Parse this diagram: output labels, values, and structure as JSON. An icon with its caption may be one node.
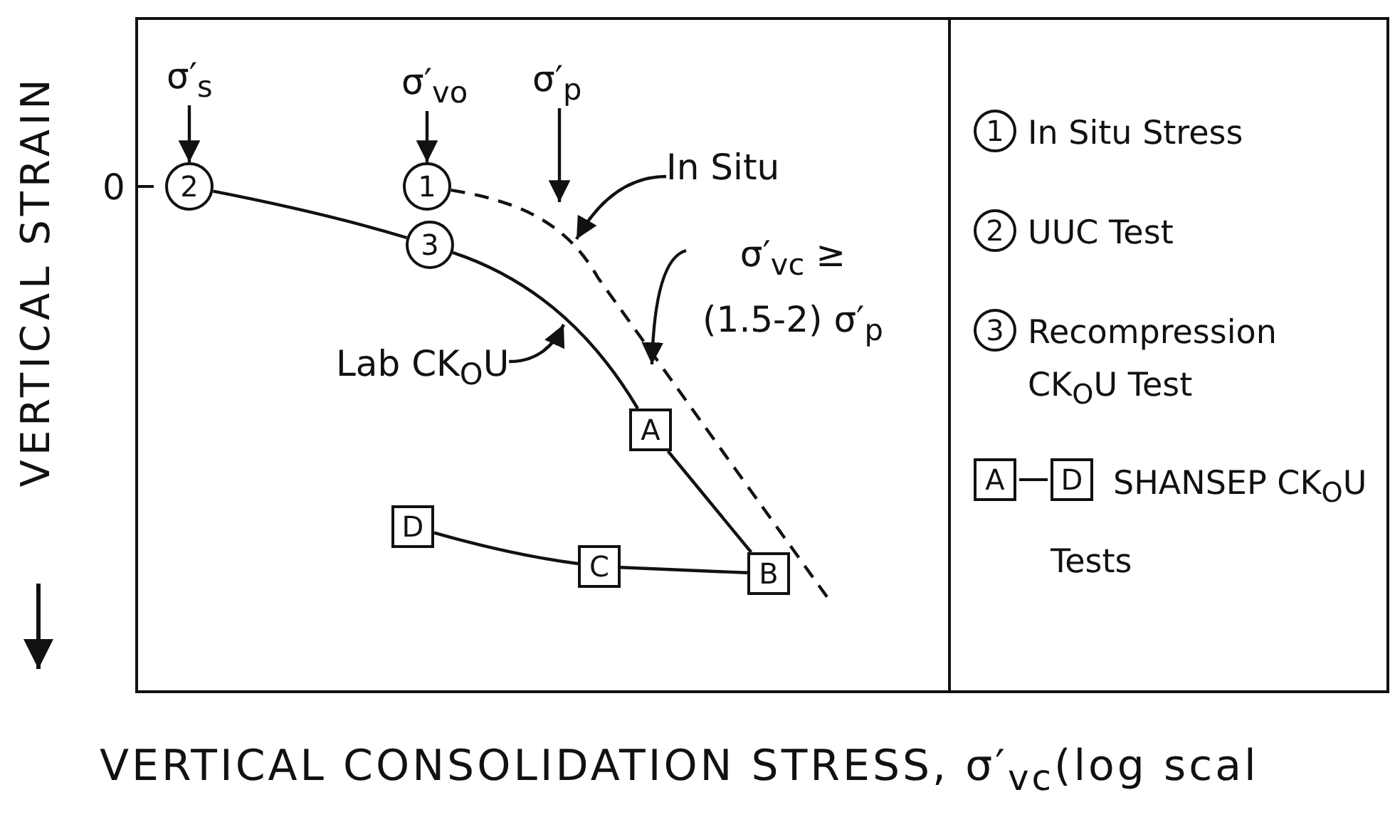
{
  "diagram": {
    "nodes": [
      {
        "text": [
          "2"
        ]
      },
      {
        "text": [
          "1"
        ]
      },
      {
        "text": [
          "3"
        ]
      },
      {
        "text": [
          "A"
        ]
      },
      {
        "text": [
          "B"
        ]
      },
      {
        "text": [
          "C"
        ]
      },
      {
        "text": [
          "D"
        ]
      },
      {
        "text": [
          "σ′$_{s}$"
        ]
      },
      {
        "text": [
          "σ′$_{vo}$"
        ]
      },
      {
        "text": [
          "σ′$_{p}$"
        ]
      },
      {
        "text": [
          "In Situ"
        ]
      },
      {
        "text": [
          "σ′$_{vc}$ ≥ (1.5-2) σ′$_{p}$"
        ]
      },
      {
        "text": [
          "Lab CK$_{O}$U"
        ]
      }
    ],
    "edges": [
      {
        "from": 7,
        "to": 0,
        "arrow": "to"
      },
      {
        "from": 8,
        "to": 1,
        "arrow": "to"
      },
      {
        "from": 9,
        "to": null,
        "arrow": "to"
      },
      {
        "from": 11,
        "to": null,
        "arrow": "to"
      },
      {
        "from": 10,
        "to": null,
        "arrow": "to"
      },
      {
        "from": 12,
        "to": null,
        "arrow": "to"
      },
      {
        "from": 0,
        "to": 2,
        "arrow": "none"
      },
      {
        "from": 2,
        "to": 3,
        "arrow": "none"
      },
      {
        "from": 3,
        "to": 4,
        "arrow": "none"
      },
      {
        "from": 6,
        "to": 5,
        "arrow": "none"
      },
      {
        "from": 5,
        "to": 4,
        "arrow": "none"
      },
      {
        "from": 1,
        "to": null,
        "arrow": "none",
        "style": "dashed"
      }
    ],
    "labels": [
      "0",
      "VERTICAL STRAIN",
      "1",
      "2",
      "3",
      "A",
      "D",
      "VERTICAL CONSOLIDATION STRESS, σ′$_{vc}$(log scal"
    ],
    "legend": [
      {
        "text": "In Situ Stress"
      },
      {
        "text": "UUC Test"
      },
      {
        "text": "Recompression CK$_{O}$U Test"
      },
      {
        "text": "SHANSEP CK$_{O}$U Tests"
      }
    ]
  }
}
